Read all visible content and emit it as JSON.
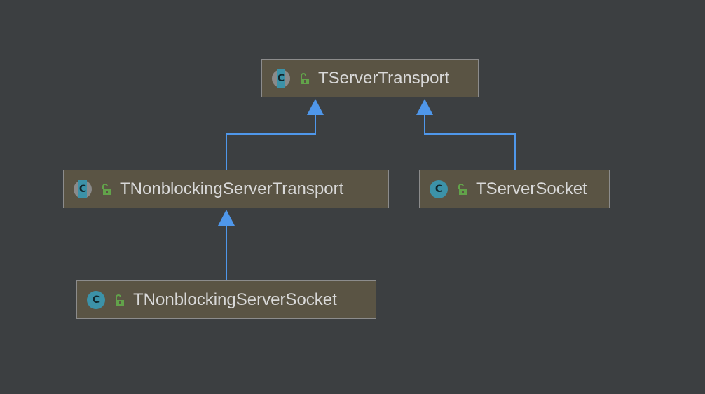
{
  "diagram": {
    "colors": {
      "background": "#3c3f41",
      "node_fill": "#5a5444",
      "node_border": "#8c8c8c",
      "class_icon": "#3c92a8",
      "abstract_ring": "#8a8a8a",
      "visibility_icon": "#62a34a",
      "edge": "#4f97ea"
    },
    "nodes": {
      "tservertransport": {
        "label": "TServerTransport",
        "icon_letter": "C",
        "icon": "abstract-class-icon"
      },
      "tnonblockingservertransport": {
        "label": "TNonblockingServerTransport",
        "icon_letter": "C",
        "icon": "abstract-class-icon"
      },
      "tserversocket": {
        "label": "TServerSocket",
        "icon_letter": "C",
        "icon": "class-icon"
      },
      "tnonblockingserversocket": {
        "label": "TNonblockingServerSocket",
        "icon_letter": "C",
        "icon": "class-icon"
      }
    },
    "edges": [
      {
        "from": "tnonblockingservertransport",
        "to": "tservertransport",
        "kind": "extends"
      },
      {
        "from": "tserversocket",
        "to": "tservertransport",
        "kind": "extends"
      },
      {
        "from": "tnonblockingserversocket",
        "to": "tnonblockingservertransport",
        "kind": "extends"
      }
    ]
  }
}
